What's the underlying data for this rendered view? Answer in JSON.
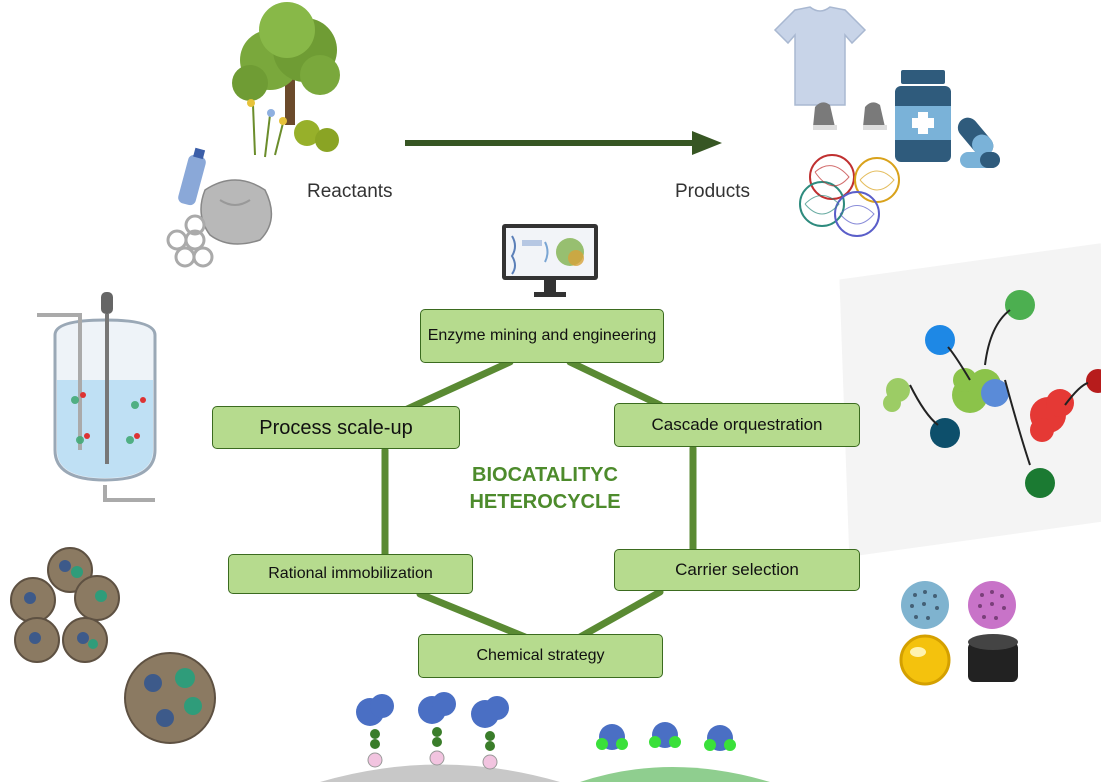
{
  "labels": {
    "reactants": "Reactants",
    "products": "Products"
  },
  "center": {
    "line1": "BIOCATALITYC",
    "line2": "HETEROCYCLE"
  },
  "nodes": {
    "enzyme_mining": "Enzyme mining and engineering",
    "cascade": "Cascade orquestration",
    "carrier": "Carrier selection",
    "chemical": "Chemical strategy",
    "immobilization": "Rational immobilization",
    "scaleup": "Process scale-up"
  },
  "colors": {
    "node_fill": "#b6db8e",
    "node_border": "#3b6b1f",
    "connector": "#5a8a33",
    "arrow": "#375623",
    "center_text": "#4d8b2c"
  },
  "icons": [
    "tree-icon",
    "plastic-waste-icon",
    "t-shirt-icon",
    "shoes-icon",
    "medicine-bottle-icon",
    "pill-icon",
    "polymer-ball-icon",
    "computer-monitor-icon",
    "bioreactor-icon",
    "enzyme-cascade-icon",
    "immobilized-beads-icon",
    "carrier-spheres-icon",
    "enzyme-surface-icon"
  ]
}
